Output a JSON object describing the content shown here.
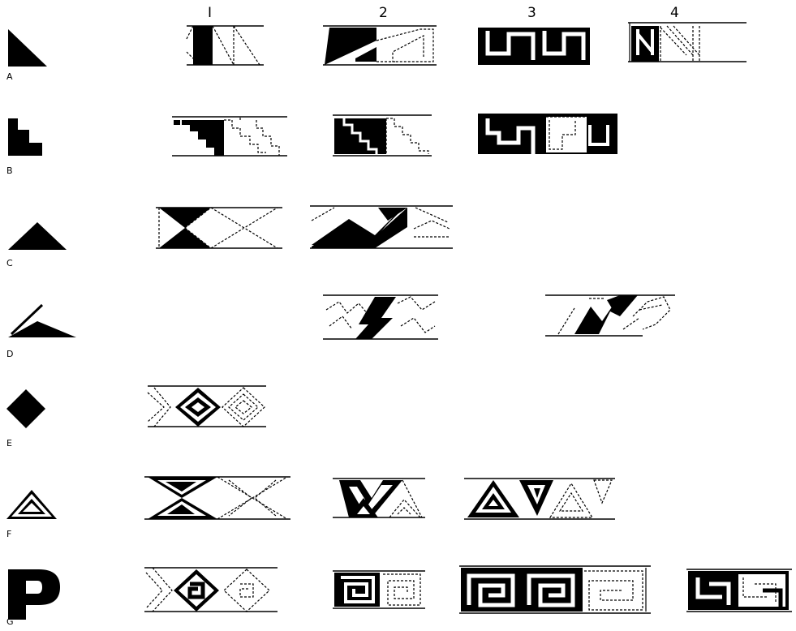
{
  "columns": [
    "I",
    "2",
    "3",
    "4"
  ],
  "rows": [
    "A",
    "B",
    "C",
    "D",
    "E",
    "F",
    "G"
  ],
  "ink_color": "#000000",
  "background_color": "#ffffff"
}
